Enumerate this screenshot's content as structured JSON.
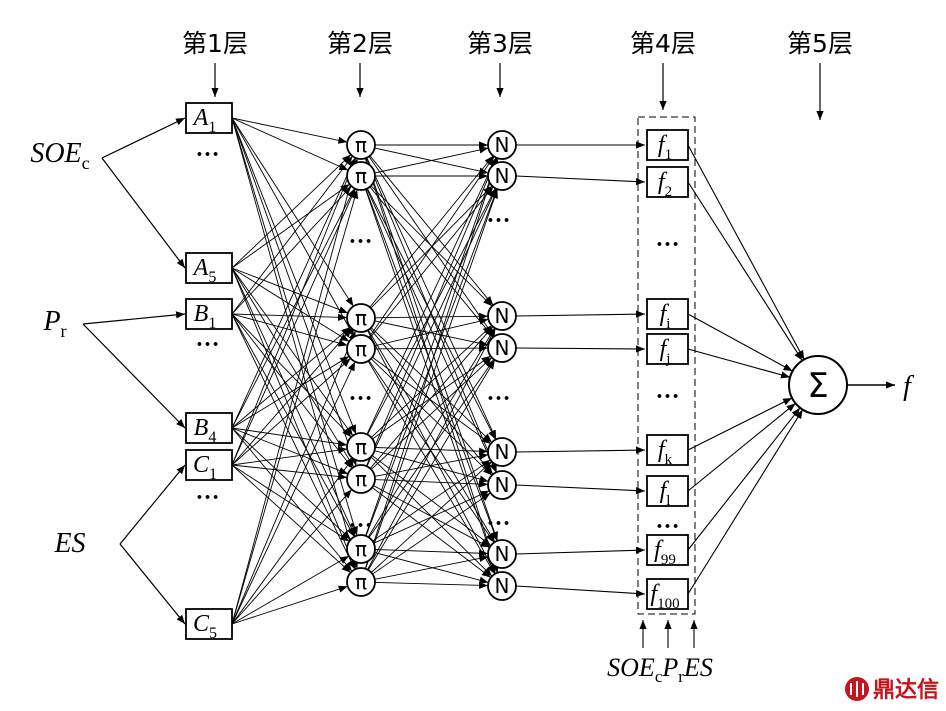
{
  "layers": [
    {
      "label": "第1层"
    },
    {
      "label": "第2层"
    },
    {
      "label": "第3层"
    },
    {
      "label": "第4层"
    },
    {
      "label": "第5层"
    }
  ],
  "inputs": [
    {
      "id": "soe",
      "main": "SOE",
      "sub": "c"
    },
    {
      "id": "pr",
      "main": "P",
      "sub": "r"
    },
    {
      "id": "es",
      "main": "ES",
      "sub": ""
    }
  ],
  "membership": [
    {
      "id": "A1",
      "main": "A",
      "sub": "1",
      "input": "soe"
    },
    {
      "id": "A5",
      "main": "A",
      "sub": "5",
      "input": "soe"
    },
    {
      "id": "B1",
      "main": "B",
      "sub": "1",
      "input": "pr"
    },
    {
      "id": "B4",
      "main": "B",
      "sub": "4",
      "input": "pr"
    },
    {
      "id": "C1",
      "main": "C",
      "sub": "1",
      "input": "es"
    },
    {
      "id": "C5",
      "main": "C",
      "sub": "5",
      "input": "es"
    }
  ],
  "rule_symbol": "π",
  "norm_symbol": "N",
  "consequents": [
    {
      "main": "f",
      "sub": "1"
    },
    {
      "main": "f",
      "sub": "2"
    },
    {
      "main": "f",
      "sub": "i"
    },
    {
      "main": "f",
      "sub": "j"
    },
    {
      "main": "f",
      "sub": "k"
    },
    {
      "main": "f",
      "sub": "l"
    },
    {
      "main": "f",
      "sub": "99"
    },
    {
      "main": "f",
      "sub": "100"
    }
  ],
  "sum_symbol": "Σ",
  "output_label": "f",
  "ellipsis": "…",
  "bottom_inputs": [
    {
      "main": "SOE",
      "sub": "c"
    },
    {
      "main": "P",
      "sub": "r"
    },
    {
      "main": "ES",
      "sub": ""
    }
  ],
  "watermark": "鼎达信"
}
